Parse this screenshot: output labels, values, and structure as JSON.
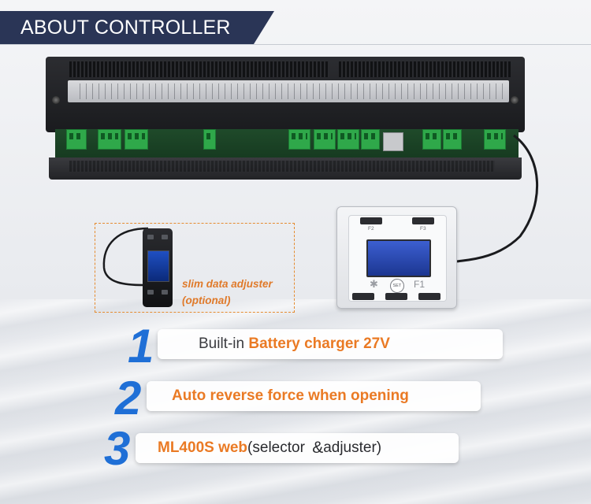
{
  "header": {
    "title": "ABOUT CONTROLLER"
  },
  "adjuster": {
    "line1": "slim data adjuster",
    "line2": "(optional)"
  },
  "keypad": {
    "key_f2": "F2",
    "key_f3": "F3",
    "set_label": "SET",
    "f1_label": "F1"
  },
  "features": [
    {
      "number": "1",
      "prefix": "Built-in ",
      "highlight": "Battery charger 27V"
    },
    {
      "number": "2",
      "highlight": "Auto reverse force when opening"
    },
    {
      "number": "3",
      "highlight": "ML400S web",
      "paren_open": "(selector ",
      "amp": "&",
      "tail": "adjuster)"
    }
  ],
  "colors": {
    "banner": "#2a3556",
    "accent_orange": "#ea7a24",
    "number_blue": "#1f6fd6"
  }
}
